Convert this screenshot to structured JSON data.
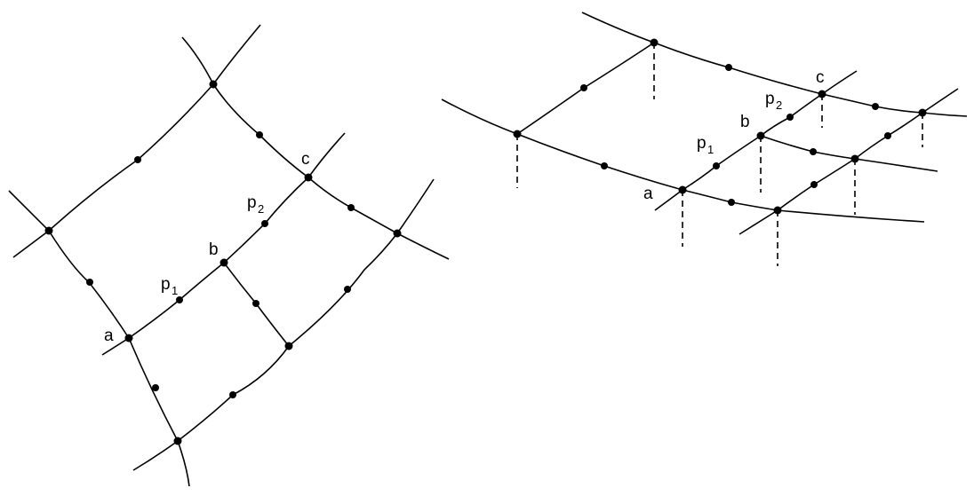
{
  "left_panel": {
    "labels": {
      "a": "a",
      "b": "b",
      "c": "c",
      "p1": "p",
      "p1_sub": "1",
      "p2": "p",
      "p2_sub": "2"
    }
  },
  "right_panel": {
    "labels": {
      "a": "a",
      "b": "b",
      "c": "c",
      "p1": "p",
      "p1_sub": "1",
      "p2": "p",
      "p2_sub": "2"
    }
  }
}
